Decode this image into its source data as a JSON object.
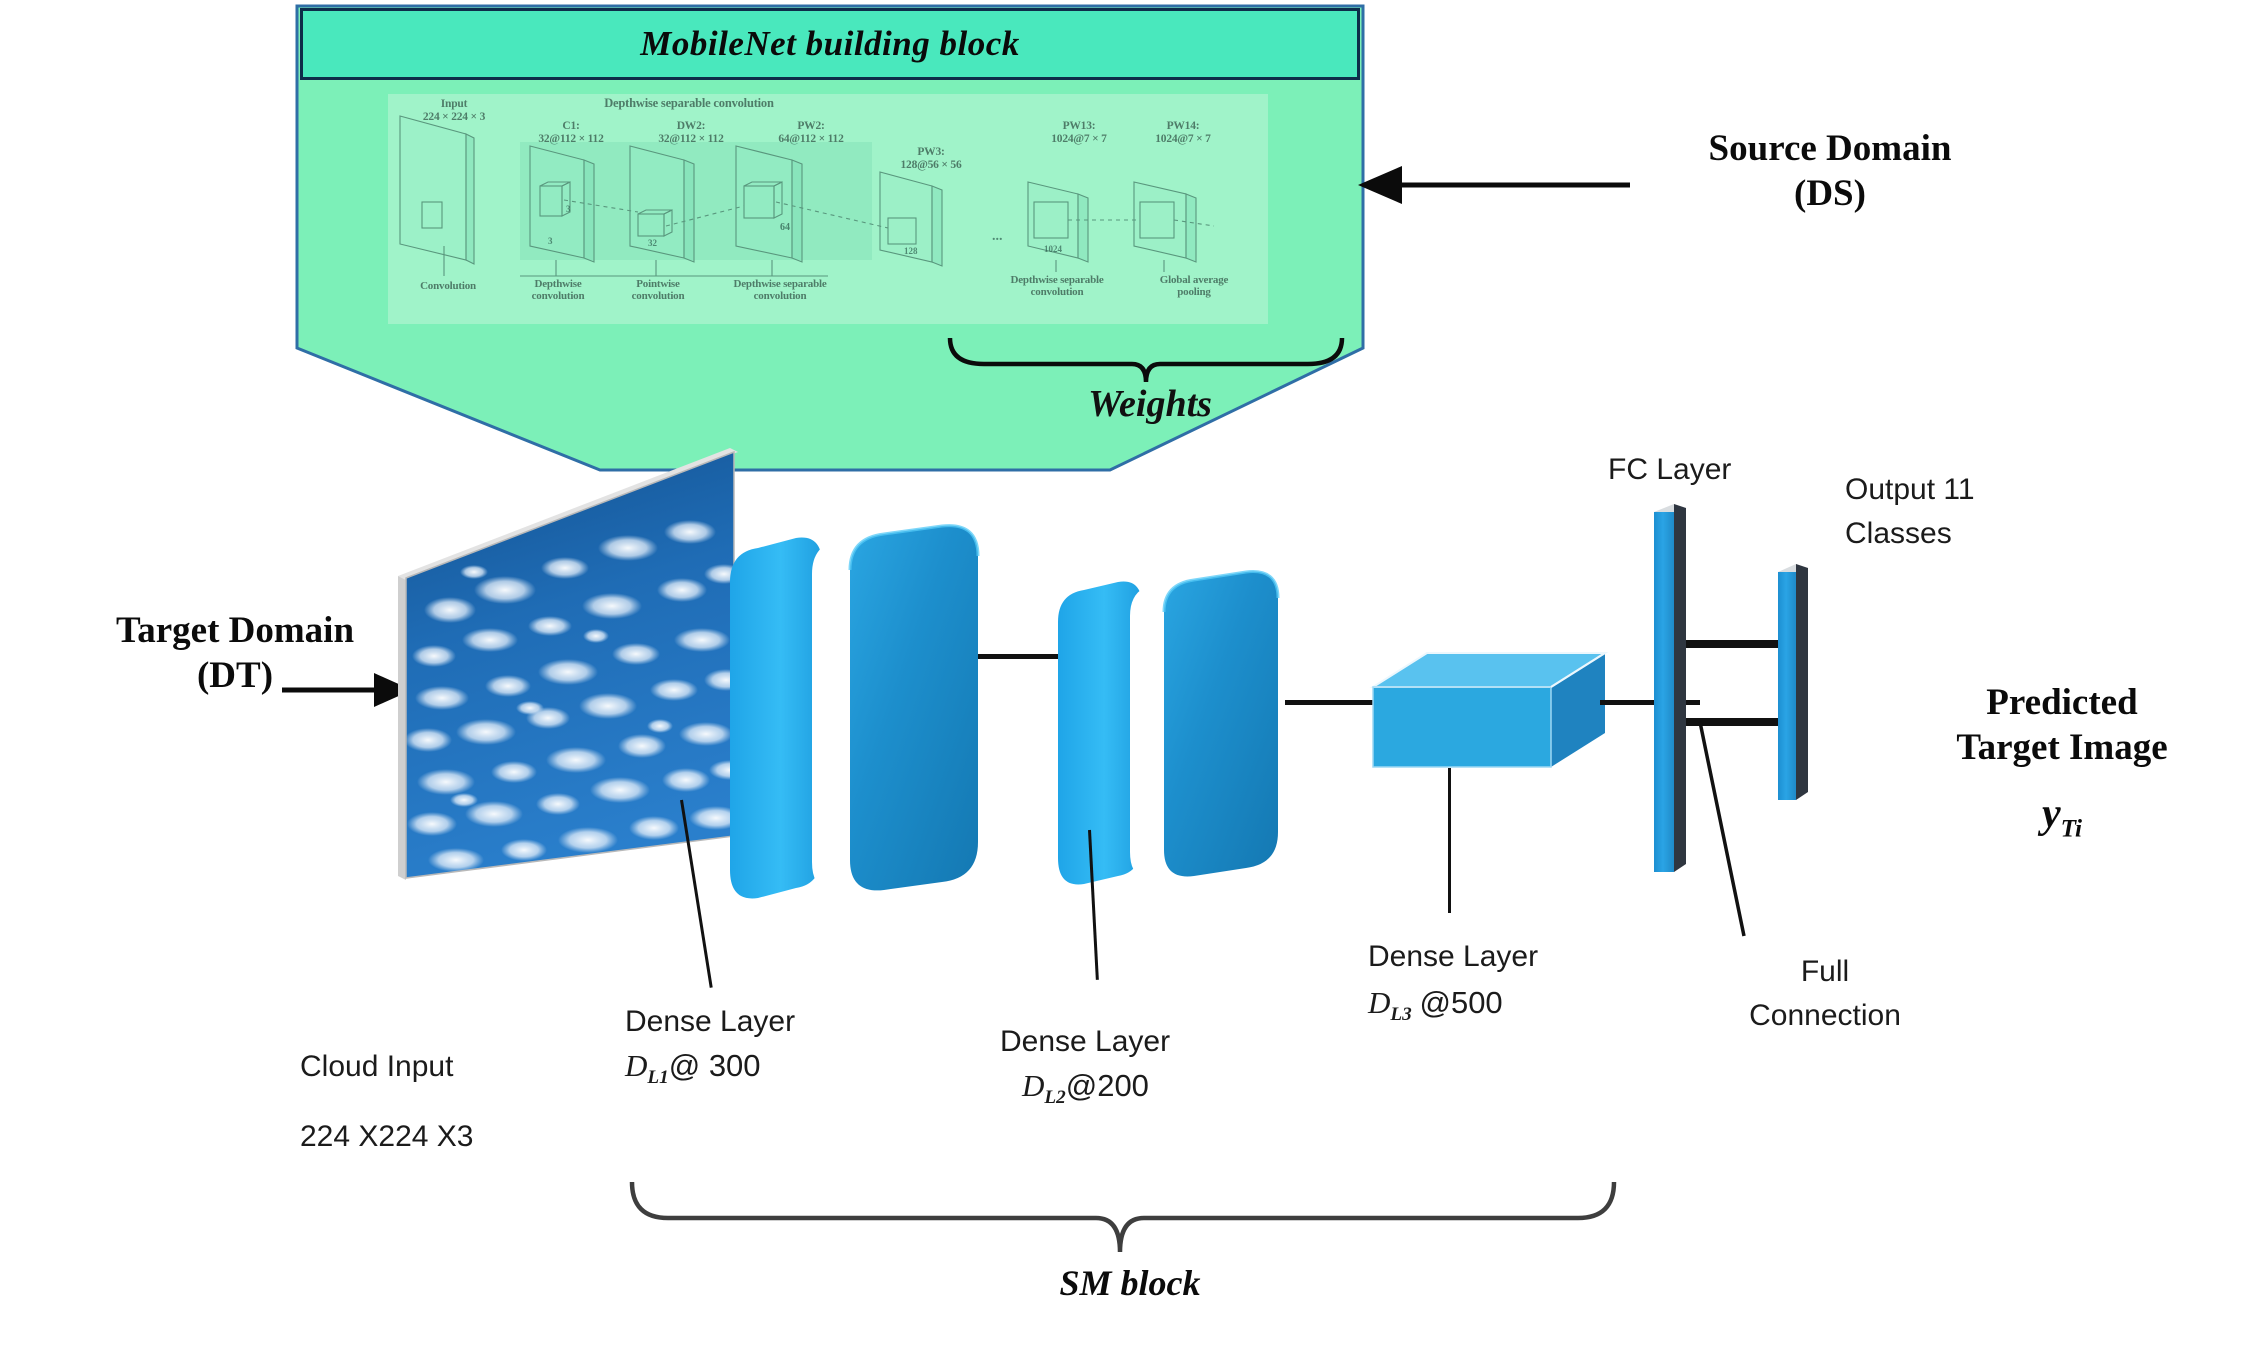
{
  "figure": {
    "domain_source": {
      "panel_title": "MobileNet building block",
      "arrow_label": "Source Domain\n(DS)",
      "brace_label": "Weights",
      "inner_diagram": {
        "caption_group": "Depthwise separable convolution",
        "top_labels": [
          "Input\n224 × 224 × 3",
          "C1:\n32@112 × 112",
          "DW2:\n32@112 × 112",
          "PW2:\n64@112 × 112",
          "PW3:\n128@56 × 56",
          "PW13:\n1024@7 × 7",
          "PW14:\n1024@7 × 7"
        ],
        "bottom_labels": [
          "Convolution",
          "Depthwise\nconvolution",
          "Pointwise\nconvolution",
          "Depthwise separable\nconvolution",
          "Depthwise separable\nconvolution",
          "Global average\npooling"
        ],
        "inline_numbers": [
          "3",
          "3",
          "32",
          "64",
          "128",
          "1024"
        ],
        "ellipsis": "..."
      }
    },
    "domain_target": {
      "arrow_label": "Target Domain\n(DT)",
      "input_title": "Cloud Input",
      "input_shape": "224 X224 X3"
    },
    "layers": [
      {
        "name": "Dense Layer",
        "symbol": "D",
        "subscript": "L1",
        "units": "@ 300",
        "full_label": "Dense Layer"
      },
      {
        "name": "Dense Layer",
        "symbol": "D",
        "subscript": "L2",
        "units": "@200",
        "full_label": "Dense Layer"
      },
      {
        "name": "Dense Layer",
        "symbol": "D",
        "subscript": "L3",
        "units": "@500",
        "full_label": "Dense Layer"
      }
    ],
    "fc": {
      "layer_label": "FC Layer",
      "connection_label": "Full\nConnection",
      "output_label": "Output 11\nClasses"
    },
    "output": {
      "predicted_label": "Predicted\nTarget Image",
      "symbol": "y",
      "subscript": "Ti"
    },
    "sm_block_label": "SM block",
    "colors": {
      "panel_green": "#49e8bd",
      "funnel_green": "#7cf0b8",
      "funnel_border": "#2f6ea6",
      "panel_border": "#0d2d4a",
      "block_front": "#1b8ccc",
      "block_side": "#2cb4f0",
      "block_top": "#53c3f2",
      "bar_dark": "#2f3640",
      "line_black": "#111111",
      "cloud_sky": "#1c5fa8"
    }
  }
}
